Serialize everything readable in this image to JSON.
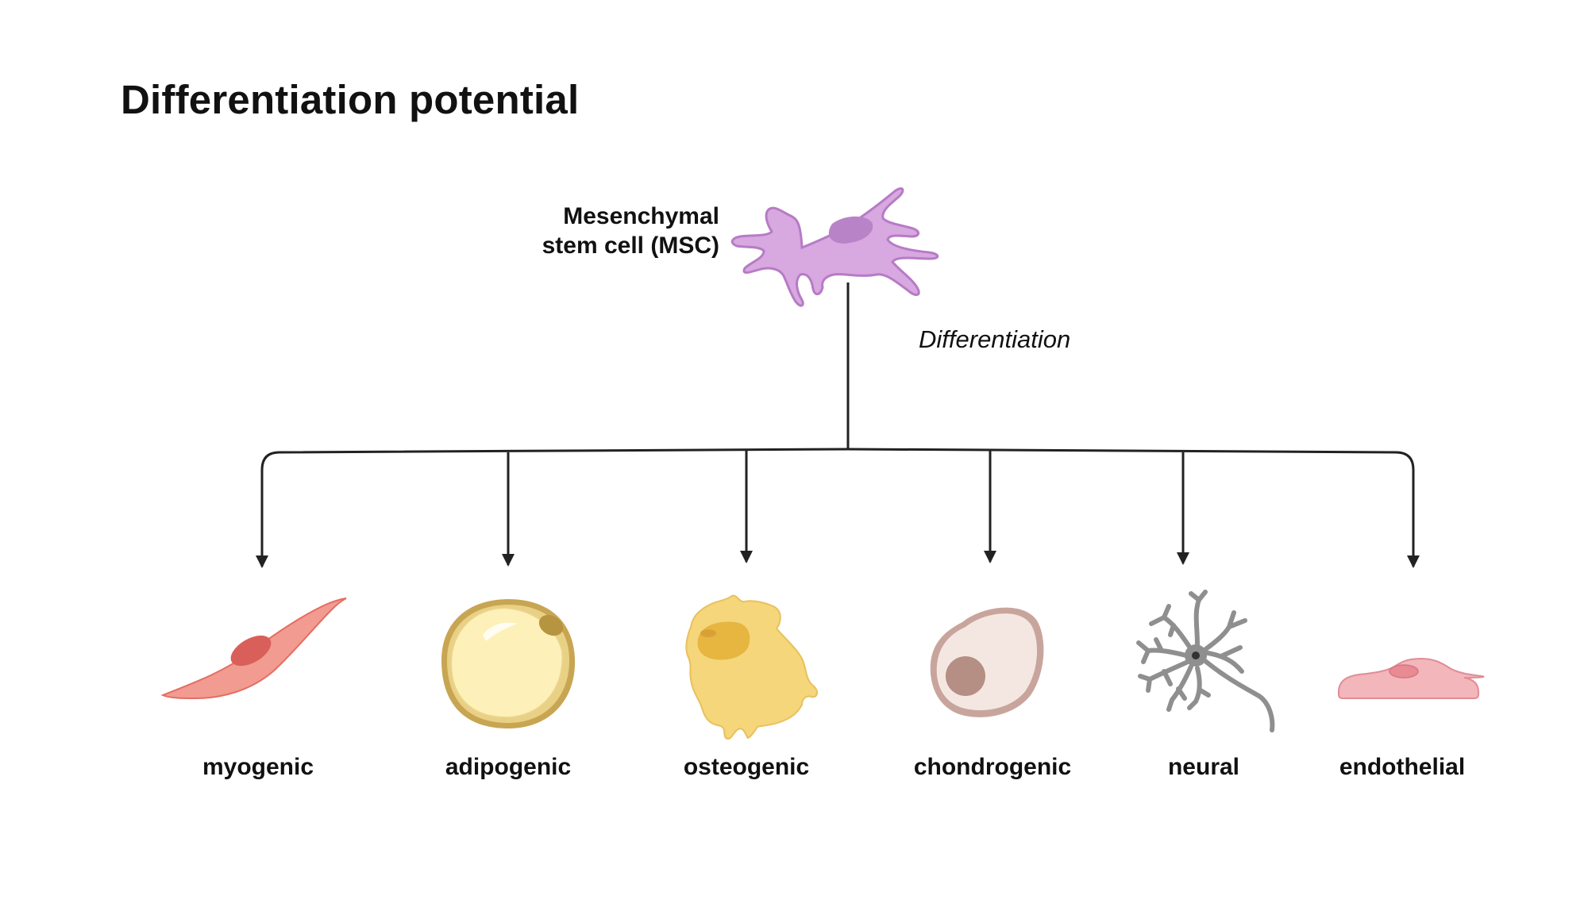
{
  "title": "Differentiation potential",
  "source_cell": {
    "label_line1": "Mesenchymal",
    "label_line2": "stem cell (MSC)",
    "icon": "mesenchymal-stem-cell-icon",
    "color": "#d8a8e0"
  },
  "process_label": "Differentiation",
  "targets": [
    {
      "label": "myogenic",
      "icon": "muscle-cell-icon",
      "color": "#f29b90"
    },
    {
      "label": "adipogenic",
      "icon": "fat-cell-icon",
      "color": "#fdf0b8"
    },
    {
      "label": "osteogenic",
      "icon": "bone-cell-icon",
      "color": "#f5d67a"
    },
    {
      "label": "chondrogenic",
      "icon": "cartilage-cell-icon",
      "color": "#f3e6e2"
    },
    {
      "label": "neural",
      "icon": "neuron-icon",
      "color": "#9b9b9b"
    },
    {
      "label": "endothelial",
      "icon": "endothelial-cell-icon",
      "color": "#f2b6bb"
    }
  ]
}
